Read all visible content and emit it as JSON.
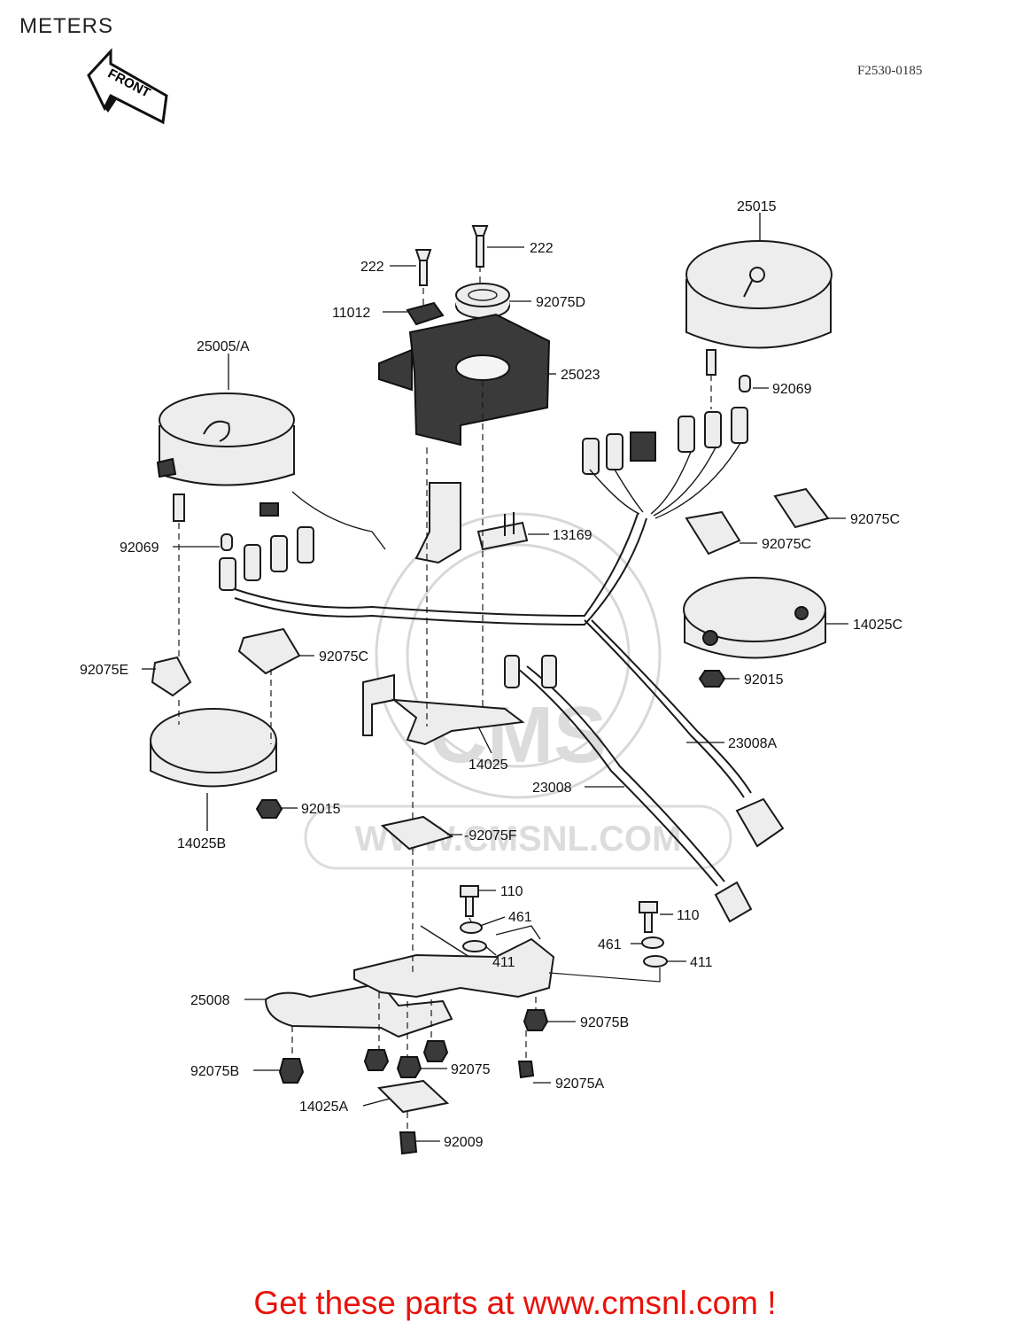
{
  "header": {
    "title": "METERS",
    "drawing_code": "F2530-0185"
  },
  "diagram": {
    "front_arrow_label": "FRONT",
    "watermark": {
      "logo": "CMS",
      "site": "WWW.CMSNL.COM"
    },
    "labels": {
      "p25015": "25015",
      "p222a": "222",
      "p222b": "222",
      "p11012": "11012",
      "p92075D": "92075D",
      "p25005A": "25005/A",
      "p25023": "25023",
      "p92069a": "92069",
      "p92069b": "92069",
      "p13169": "13169",
      "p92075Ca": "92075C",
      "p92075Cb": "92075C",
      "p92075Cc": "92075C",
      "p92075E": "92075E",
      "p14025C": "14025C",
      "p92015a": "92015",
      "p92015b": "92015",
      "p14025": "14025",
      "p23008A": "23008A",
      "p23008": "23008",
      "p14025B": "14025B",
      "p92075F": "-92075F",
      "p110a": "110",
      "p110b": "110",
      "p461a": "461",
      "p461b": "461",
      "p411a": "411",
      "p411b": "411",
      "p25008": "25008",
      "p92075Ba": "92075B",
      "p92075Bb": "92075B",
      "p92075": "92075",
      "p92075A": "92075A",
      "p14025A": "14025A",
      "p92009": "92009"
    }
  },
  "footer": {
    "link_text": "Get these parts at www.cmsnl.com !"
  }
}
